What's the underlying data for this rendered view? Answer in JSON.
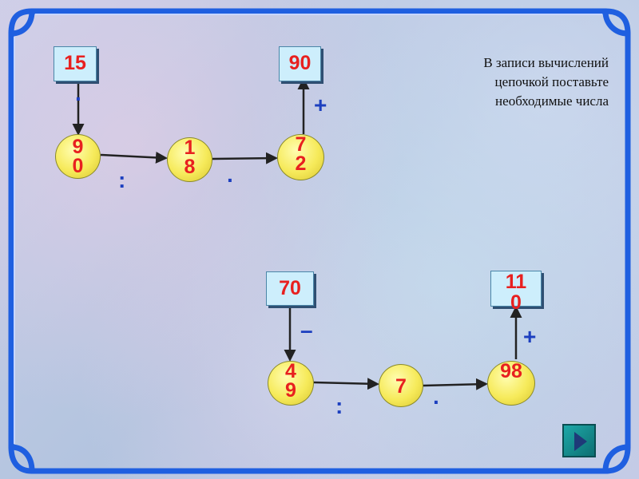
{
  "instruction": {
    "line1": "В записи вычислений",
    "line2": "цепочкой поставьте",
    "line3": "необходимые числа"
  },
  "chain1": {
    "start_box": "15",
    "end_box": "90",
    "circle1": "90",
    "circle2": "18",
    "circle3": "72",
    "op_down": "·",
    "op_first": ":",
    "op_second": "·",
    "op_up": "+"
  },
  "chain2": {
    "start_box": "70",
    "end_box": "110",
    "circle1": "49",
    "circle2": "7",
    "circle3": "98",
    "op_down": "–",
    "op_first": ":",
    "op_second": "·",
    "op_up": "+"
  },
  "colors": {
    "number": "#e8201f",
    "operation": "#1c3fbf",
    "frame": "#1f5fe0",
    "circle_fill": "#f6ea5a",
    "box_fill": "#cdeefc"
  },
  "icons": {
    "next": "play-arrow-icon"
  }
}
